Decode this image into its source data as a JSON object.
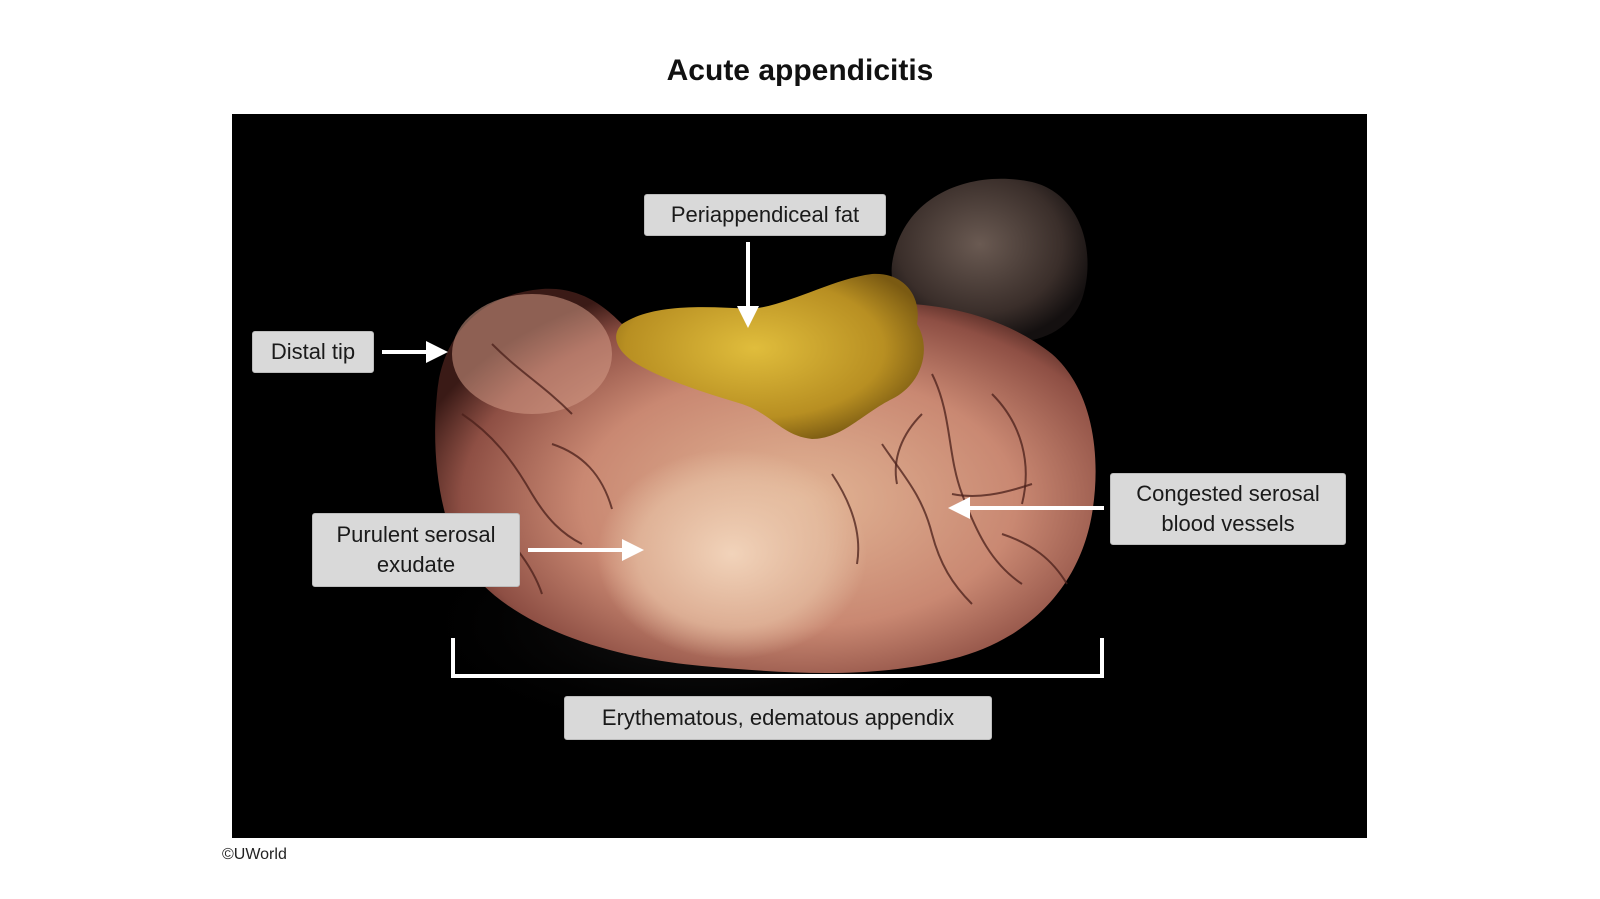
{
  "figure": {
    "title": "Acute appendicitis",
    "labels": {
      "periappendiceal_fat": "Periappendiceal fat",
      "distal_tip": "Distal tip",
      "congested_line1": "Congested serosal",
      "congested_line2": "blood vessels",
      "purulent_line1": "Purulent serosal",
      "purulent_line2": "exudate",
      "erythematous": "Erythematous, edematous appendix"
    },
    "copyright": "©UWorld"
  },
  "colors": {
    "photo_background": "#000000",
    "label_fill": "#d9d9d9",
    "arrow": "#ffffff",
    "tissue_pink": "#c98872",
    "tissue_pale": "#e6bfa3",
    "fat_yellow": "#c9a22a",
    "vessel": "#4a1f1a"
  }
}
